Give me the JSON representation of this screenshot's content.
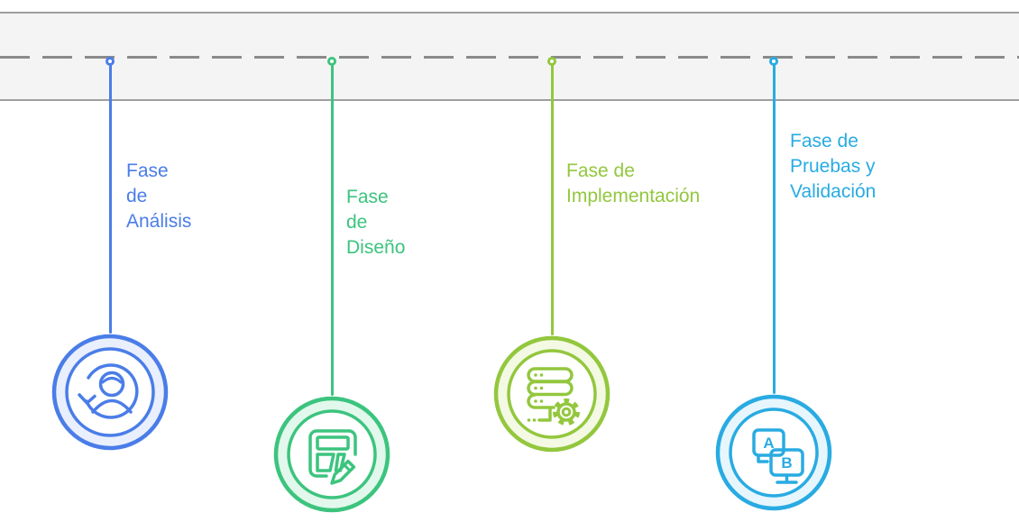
{
  "diagram": {
    "type": "project-phase-timeline",
    "language": "es",
    "background_color": "#ffffff",
    "band": {
      "fill": "#f4f4f4",
      "border_color": "#9e9e9e",
      "dashed_line_color": "#8a8a8a"
    },
    "phases": [
      {
        "id": "analisis",
        "label": "Fase de\nAnálisis",
        "color": "#4a7de8",
        "tint": "#e9effc",
        "icon": "user-refresh-icon"
      },
      {
        "id": "diseno",
        "label": "Fase de Diseño",
        "color": "#3cc47e",
        "tint": "#e2f8ec",
        "icon": "wireframe-pencil-icon"
      },
      {
        "id": "implementacion",
        "label": "Fase de\nImplementación",
        "color": "#93c73e",
        "tint": "#f3f9e3",
        "icon": "server-gear-icon"
      },
      {
        "id": "pruebas-validacion",
        "label": "Fase de\nPruebas y\nValidación",
        "color": "#29abe2",
        "tint": "#e7f6fd",
        "icon": "ab-test-monitors-icon"
      }
    ]
  }
}
